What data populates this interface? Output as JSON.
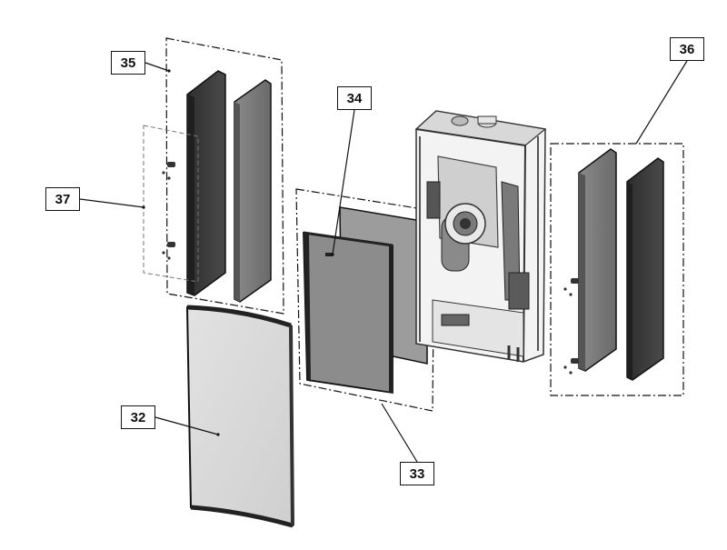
{
  "callouts": {
    "c32": "32",
    "c33": "33",
    "c34": "34",
    "c35": "35",
    "c36": "36",
    "c37": "37"
  },
  "colors": {
    "panel_dark": "#3a3a3a",
    "panel_mid": "#6f6f6f",
    "panel_light": "#dcdcdc",
    "frame": "#555555",
    "line": "#111111"
  }
}
